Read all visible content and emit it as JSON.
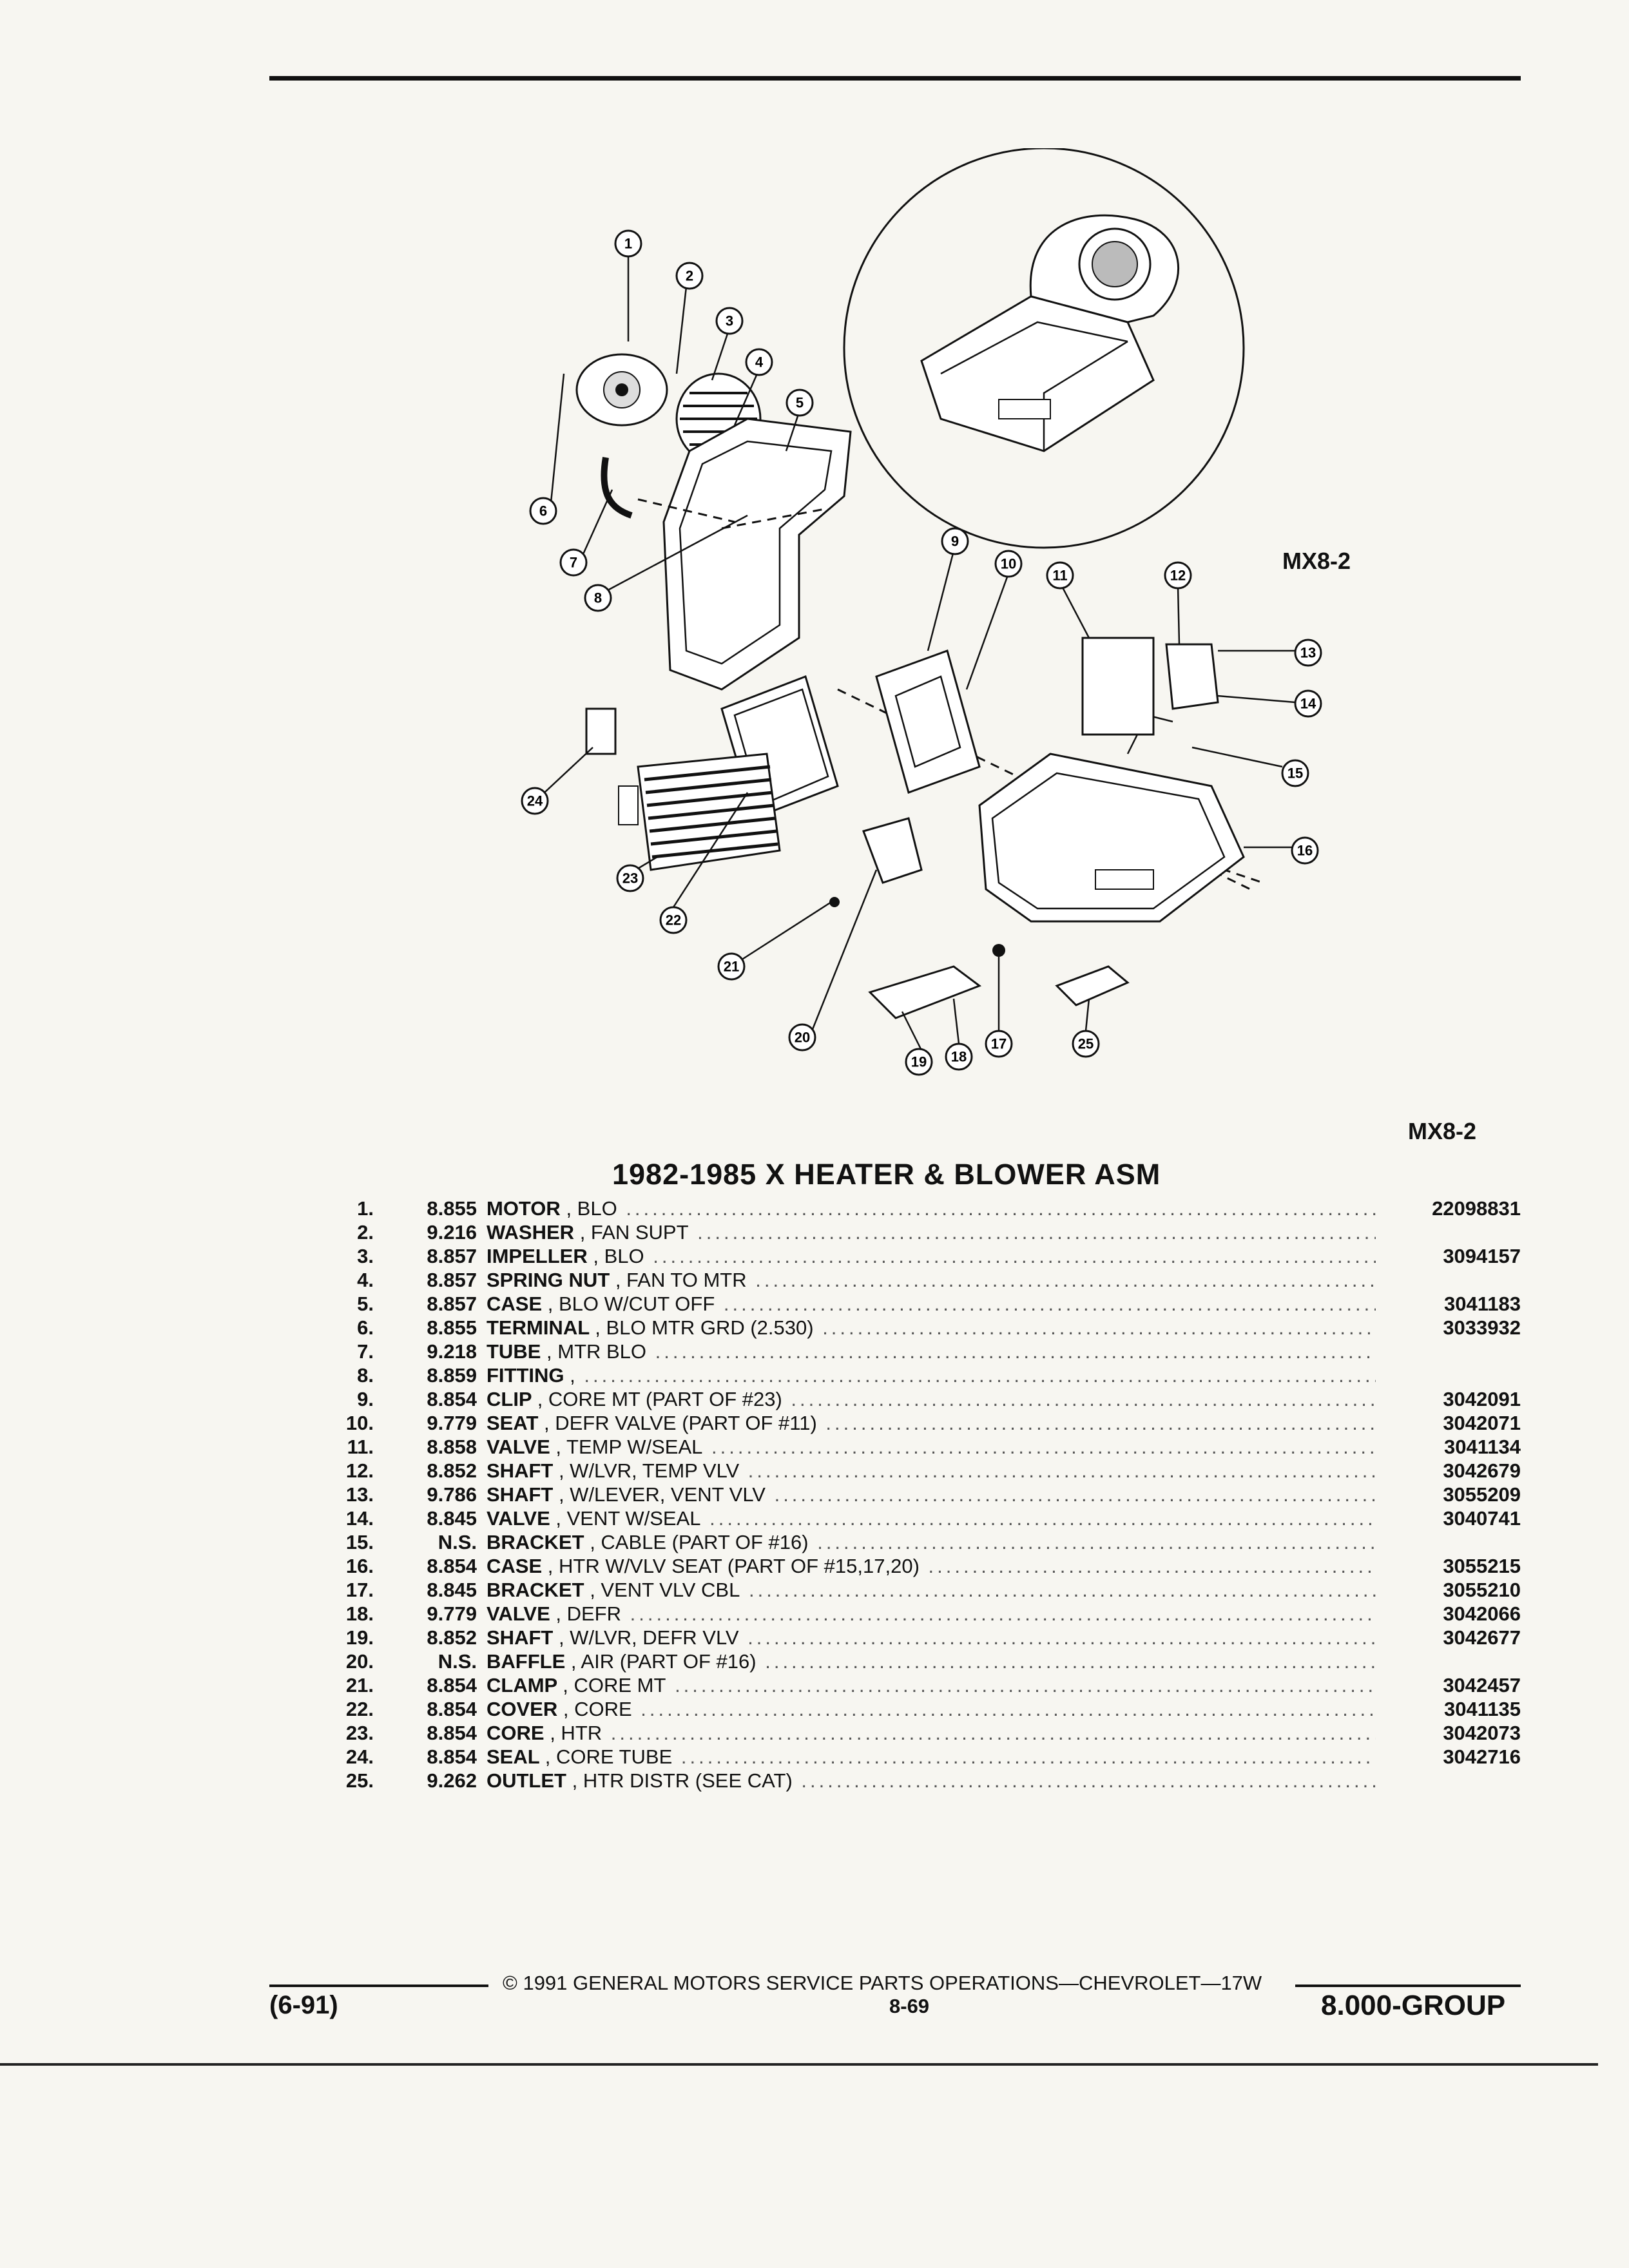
{
  "figure": {
    "code_upper": "MX8-2",
    "code_lower": "MX8-2",
    "callouts": [
      "1",
      "2",
      "3",
      "4",
      "5",
      "6",
      "7",
      "8",
      "9",
      "10",
      "11",
      "12",
      "13",
      "14",
      "15",
      "16",
      "17",
      "18",
      "19",
      "20",
      "21",
      "22",
      "23",
      "24",
      "25"
    ]
  },
  "title": "1982-1985 X HEATER & BLOWER ASM",
  "parts": [
    {
      "no": "1.",
      "group": "8.855",
      "name": "MOTOR",
      "desc": ", BLO",
      "part": "22098831"
    },
    {
      "no": "2.",
      "group": "9.216",
      "name": "WASHER",
      "desc": ", FAN SUPT",
      "part": ""
    },
    {
      "no": "3.",
      "group": "8.857",
      "name": "IMPELLER",
      "desc": ", BLO",
      "part": "3094157"
    },
    {
      "no": "4.",
      "group": "8.857",
      "name": "SPRING NUT",
      "desc": ", FAN TO MTR",
      "part": ""
    },
    {
      "no": "5.",
      "group": "8.857",
      "name": "CASE",
      "desc": ", BLO W/CUT OFF",
      "part": "3041183"
    },
    {
      "no": "6.",
      "group": "8.855",
      "name": "TERMINAL",
      "desc": ", BLO MTR GRD (2.530)",
      "part": "3033932"
    },
    {
      "no": "7.",
      "group": "9.218",
      "name": "TUBE",
      "desc": ", MTR BLO",
      "part": ""
    },
    {
      "no": "8.",
      "group": "8.859",
      "name": "FITTING",
      "desc": ",",
      "part": ""
    },
    {
      "no": "9.",
      "group": "8.854",
      "name": "CLIP",
      "desc": ", CORE MT (PART OF #23)",
      "part": "3042091"
    },
    {
      "no": "10.",
      "group": "9.779",
      "name": "SEAT",
      "desc": ", DEFR VALVE (PART OF #11)",
      "part": "3042071"
    },
    {
      "no": "11.",
      "group": "8.858",
      "name": "VALVE",
      "desc": ", TEMP W/SEAL",
      "part": "3041134"
    },
    {
      "no": "12.",
      "group": "8.852",
      "name": "SHAFT",
      "desc": ", W/LVR, TEMP VLV",
      "part": "3042679"
    },
    {
      "no": "13.",
      "group": "9.786",
      "name": "SHAFT",
      "desc": ", W/LEVER, VENT VLV",
      "part": "3055209"
    },
    {
      "no": "14.",
      "group": "8.845",
      "name": "VALVE",
      "desc": ", VENT W/SEAL",
      "part": "3040741"
    },
    {
      "no": "15.",
      "group": "N.S.",
      "name": "BRACKET",
      "desc": ", CABLE (PART OF #16)",
      "part": ""
    },
    {
      "no": "16.",
      "group": "8.854",
      "name": "CASE",
      "desc": ", HTR W/VLV SEAT (PART OF #15,17,20)",
      "part": "3055215"
    },
    {
      "no": "17.",
      "group": "8.845",
      "name": "BRACKET",
      "desc": ", VENT VLV CBL",
      "part": "3055210"
    },
    {
      "no": "18.",
      "group": "9.779",
      "name": "VALVE",
      "desc": ", DEFR",
      "part": "3042066"
    },
    {
      "no": "19.",
      "group": "8.852",
      "name": "SHAFT",
      "desc": ", W/LVR, DEFR VLV",
      "part": "3042677"
    },
    {
      "no": "20.",
      "group": "N.S.",
      "name": "BAFFLE",
      "desc": ", AIR (PART OF #16)",
      "part": ""
    },
    {
      "no": "21.",
      "group": "8.854",
      "name": "CLAMP",
      "desc": ", CORE MT",
      "part": "3042457"
    },
    {
      "no": "22.",
      "group": "8.854",
      "name": "COVER",
      "desc": ", CORE",
      "part": "3041135"
    },
    {
      "no": "23.",
      "group": "8.854",
      "name": "CORE",
      "desc": ", HTR",
      "part": "3042073"
    },
    {
      "no": "24.",
      "group": "8.854",
      "name": "SEAL",
      "desc": ", CORE TUBE",
      "part": "3042716"
    },
    {
      "no": "25.",
      "group": "9.262",
      "name": "OUTLET",
      "desc": ", HTR DISTR (SEE CAT)",
      "part": ""
    }
  ],
  "footer": {
    "copyright": "© 1991 GENERAL MOTORS SERVICE PARTS OPERATIONS—CHEVROLET—17W",
    "date": "(6-91)",
    "page": "8-69",
    "group": "8.000-GROUP"
  }
}
